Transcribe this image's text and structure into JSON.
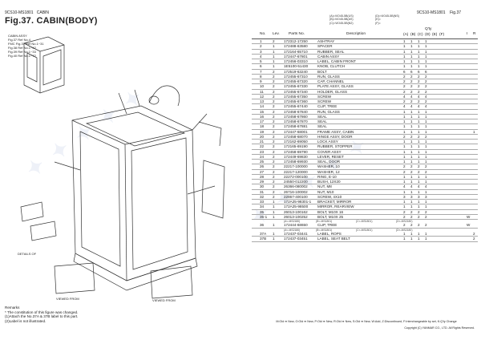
{
  "header": {
    "model_left": "9CS10-MS1801",
    "section_left": "CABIN",
    "model_right": "9CS10-MS1801",
    "fig_right": "Fig.37",
    "title": "Fig.37.  CABIN(BODY)"
  },
  "legend_codes": {
    "a": "(A)=ViO45-5B(US)",
    "b": "(B)=ViO45-5B(AS)",
    "c": "(C)=ViO45-5B(N2)",
    "d": "(D)=ViO45-5B(NS)",
    "e": "(E)=",
    "f": "(F)="
  },
  "columns": {
    "no": "No.",
    "lev": "Lev.",
    "part": "Parts No.",
    "desc": "Description",
    "qty": "Q'ty",
    "a": "(A)",
    "b": "(B)",
    "c": "(C)",
    "d": "(D)",
    "e": "(E)",
    "f": "(F)",
    "i": "I",
    "r": "R"
  },
  "rows": [
    {
      "no": "1",
      "lev": "2",
      "part": "172312-17250",
      "desc": "ASHTRAY",
      "q": [
        "1",
        "1",
        "1",
        "1"
      ],
      "i": "",
      "r": ""
    },
    {
      "no": "2",
      "lev": "1",
      "part": "172488-63580",
      "desc": "SPACER",
      "q": [
        "1",
        "1",
        "1",
        "1"
      ],
      "i": "",
      "r": ""
    },
    {
      "no": "3",
      "lev": "1",
      "part": "172164-65710",
      "desc": "RUBBER, SEAL",
      "q": [
        "1",
        "1",
        "1",
        "1"
      ],
      "i": "",
      "r": ""
    },
    {
      "no": "4",
      "lev": "1",
      "part": "172447-67801",
      "desc": "CABIN ASSY",
      "q": [
        "1",
        "1",
        "1",
        "1"
      ],
      "i": "",
      "r": ""
    },
    {
      "no": "5",
      "lev": "1",
      "part": "172456-03310",
      "desc": "LABEL, CABIN FRONT",
      "q": [
        "1",
        "1",
        "1",
        "1"
      ],
      "i": "",
      "r": ""
    },
    {
      "no": "6",
      "lev": "1",
      "part": "1E5100-51430",
      "desc": "KNOB, CLUTCH",
      "q": [
        "1",
        "1",
        "1",
        "1"
      ],
      "i": "",
      "r": ""
    },
    {
      "no": "7",
      "lev": "2",
      "part": "172519-63240",
      "desc": "BOLT",
      "q": [
        "6",
        "6",
        "6",
        "6"
      ],
      "i": "",
      "r": ""
    },
    {
      "no": "8",
      "lev": "2",
      "part": "172455-67310",
      "desc": "RUN, GLASS",
      "q": [
        "2",
        "2",
        "2",
        "2"
      ],
      "i": "",
      "r": ""
    },
    {
      "no": "9",
      "lev": "2",
      "part": "172455-67320",
      "desc": "CAP, CHANNEL",
      "q": [
        "2",
        "2",
        "2",
        "2"
      ],
      "i": "",
      "r": ""
    },
    {
      "no": "10",
      "lev": "2",
      "part": "172455-67330",
      "desc": "PLATE ASSY, GLASS",
      "q": [
        "2",
        "2",
        "2",
        "2"
      ],
      "i": "",
      "r": ""
    },
    {
      "no": "11",
      "lev": "2",
      "part": "172455-67340",
      "desc": "HOLDER, GLASS",
      "q": [
        "2",
        "2",
        "2",
        "2"
      ],
      "i": "",
      "r": ""
    },
    {
      "no": "12",
      "lev": "2",
      "part": "172455-67350",
      "desc": "SCREW",
      "q": [
        "4",
        "4",
        "4",
        "4"
      ],
      "i": "",
      "r": ""
    },
    {
      "no": "13",
      "lev": "2",
      "part": "172455-67360",
      "desc": "SCREW",
      "q": [
        "2",
        "2",
        "2",
        "2"
      ],
      "i": "",
      "r": ""
    },
    {
      "no": "14",
      "lev": "2",
      "part": "172455-67440",
      "desc": "CLIP, TREE",
      "q": [
        "4",
        "4",
        "4",
        "4"
      ],
      "i": "",
      "r": ""
    },
    {
      "no": "15",
      "lev": "2",
      "part": "172458-67840",
      "desc": "RUN, GLASS",
      "q": [
        "1",
        "1",
        "1",
        "1"
      ],
      "i": "",
      "r": ""
    },
    {
      "no": "16",
      "lev": "2",
      "part": "172458-67860",
      "desc": "SEAL",
      "q": [
        "1",
        "1",
        "1",
        "1"
      ],
      "i": "",
      "r": ""
    },
    {
      "no": "17",
      "lev": "2",
      "part": "172458-67870",
      "desc": "SEAL",
      "q": [
        "1",
        "1",
        "1",
        "1"
      ],
      "i": "",
      "r": ""
    },
    {
      "no": "18",
      "lev": "2",
      "part": "172458-67881",
      "desc": "SEAL",
      "q": [
        "1",
        "1",
        "1",
        "1"
      ],
      "i": "",
      "r": ""
    },
    {
      "no": "19",
      "lev": "2",
      "part": "172447-68001",
      "desc": "FRAME ASSY, CABIN",
      "q": [
        "1",
        "1",
        "1",
        "1"
      ],
      "i": "",
      "r": "1"
    },
    {
      "no": "20",
      "lev": "2",
      "part": "172458-68070",
      "desc": "HINGE ASSY, DOOR",
      "q": [
        "2",
        "2",
        "2",
        "2"
      ],
      "i": "",
      "r": ""
    },
    {
      "no": "21",
      "lev": "2",
      "part": "172162-69050",
      "desc": "LOCK ASSY",
      "q": [
        "1",
        "1",
        "1",
        "1"
      ],
      "i": "",
      "r": ""
    },
    {
      "no": "22",
      "lev": "2",
      "part": "172165-69190",
      "desc": "RUBBER, STOPPER",
      "q": [
        "1",
        "1",
        "1",
        "1"
      ],
      "i": "",
      "r": ""
    },
    {
      "no": "23",
      "lev": "2",
      "part": "172458-69790",
      "desc": "COVER ASSY",
      "q": [
        "1",
        "1",
        "1",
        "1"
      ],
      "i": "",
      "r": ""
    },
    {
      "no": "24",
      "lev": "2",
      "part": "172449-69830",
      "desc": "LEVER, RESET",
      "q": [
        "1",
        "1",
        "1",
        "1"
      ],
      "i": "",
      "r": ""
    },
    {
      "no": "25",
      "lev": "2",
      "part": "172458-69930",
      "desc": "SEAL, DOOR",
      "q": [
        "1",
        "1",
        "1",
        "1"
      ],
      "i": "",
      "r": ""
    },
    {
      "no": "26",
      "lev": "2",
      "part": "22217-100000",
      "desc": "WASHER, 10",
      "q": [
        "2",
        "2",
        "2",
        "2"
      ],
      "i": "",
      "r": ""
    },
    {
      "no": "27",
      "lev": "2",
      "part": "22217-120000",
      "desc": "WASHER, 12",
      "q": [
        "2",
        "2",
        "2",
        "2"
      ],
      "i": "",
      "r": ""
    },
    {
      "no": "28",
      "lev": "2",
      "part": "22272-000100",
      "desc": "RING, E-10",
      "q": [
        "1",
        "1",
        "1",
        "1"
      ],
      "i": "",
      "r": ""
    },
    {
      "no": "29",
      "lev": "2",
      "part": "24550-012200",
      "desc": "BUSH, 12X20",
      "q": [
        "1",
        "1",
        "1",
        "1"
      ],
      "i": "",
      "r": ""
    },
    {
      "no": "30",
      "lev": "2",
      "part": "26366-080002",
      "desc": "NUT, M8",
      "q": [
        "4",
        "4",
        "4",
        "4"
      ],
      "i": "",
      "r": ""
    },
    {
      "no": "31",
      "lev": "2",
      "part": "26716-100002",
      "desc": "NUT, M10",
      "q": [
        "1",
        "1",
        "1",
        "1"
      ],
      "i": "",
      "r": ""
    },
    {
      "no": "32",
      "lev": "2",
      "part": "22867-400100",
      "desc": "SCREW, 4X10",
      "q": [
        "3",
        "3",
        "3",
        "3"
      ],
      "i": "",
      "r": ""
    },
    {
      "no": "33",
      "lev": "1",
      "part": "172A25-98301-1",
      "desc": "BRACKET, MIRROR",
      "q": [
        "1",
        "1",
        "1",
        "1"
      ],
      "i": "",
      "r": ""
    },
    {
      "no": "34",
      "lev": "1",
      "part": "172A25-98500",
      "desc": "MIRROR, REARVIEW",
      "q": [
        "1",
        "1",
        "1",
        "1"
      ],
      "i": "",
      "r": ""
    },
    {
      "no": "35",
      "lev": "1",
      "part": "26013-100162",
      "desc": "BOLT, M10X 16",
      "q": [
        "2",
        "2",
        "2",
        "2"
      ],
      "i": "",
      "r": ""
    },
    {
      "no": "35-1",
      "lev": "1",
      "part": "26013-100252",
      "desc": "BOLT, M10X 25",
      "q": [
        "2",
        "2",
        "2",
        "2"
      ],
      "i": "W",
      "r": ""
    }
  ],
  "serial_36a": {
    "s1": "(A<-MS2180)",
    "s2": "(B<-MS1801)",
    "s3": "(C<-MS1801)",
    "s4": "(D<-MS2180)"
  },
  "row_36": {
    "no": "36",
    "lev": "1",
    "part": "172444-68650",
    "desc": "CLIP, TREE",
    "q": [
      "2",
      "2",
      "2",
      "2"
    ],
    "i": "W"
  },
  "serial_36b": {
    "s1": "(A<-MS2180)",
    "s2": "(B<-MS1801)",
    "s3": "(C<-MS1801)",
    "s4": "(D<-MS2180)"
  },
  "rows_after": [
    {
      "no": "37A",
      "lev": "1",
      "part": "172437-03441",
      "desc": "LABEL, ROPS",
      "q": [
        "1",
        "1",
        "1",
        "1"
      ],
      "r": "2"
    },
    {
      "no": "37B",
      "lev": "1",
      "part": "172437-03451",
      "desc": "LABEL, SEAT BELT",
      "q": [
        "1",
        "1",
        "1",
        "1"
      ],
      "r": "2"
    }
  ],
  "diagram_labels": {
    "inset_title": "CABIN ASSY",
    "inset_l1": "Fig.37 Ref No.4",
    "inset_l2": "FMC Fig.37 Ref No.1~31",
    "inset_l3": "Fig.38 Ref No.1~42",
    "inset_l4": "Fig.39 Ref No.1~33",
    "inset_l5": "Fig.40 Ref No.1~72",
    "detail_c": "DETAILS OF",
    "viewed_a": "VIEWED FROM",
    "viewed_b": "VIEWED FROM"
  },
  "remarks": {
    "title": "Remarks",
    "l1": "* The constitution of this figure was changed.",
    "l2": "(1)Attach the No.37A & 37B label to this part.",
    "l3": "(2)Label is not illustrated."
  },
  "footer": {
    "legend": "M:Old ➡ New, O:Old ➡ New, P:Old ➡ New, R:Old ➡ New, S:Old ➡ New, W:Add, Z:Discontinued, F:Interchangeable by set, K:Q'ty Change",
    "copyright": "Copyright (C)  YANMAR CO., LTD. All Rights Reserved."
  },
  "colors": {
    "line": "#333333",
    "rule": "#aaaaaa",
    "watermark": "#7896c8"
  }
}
